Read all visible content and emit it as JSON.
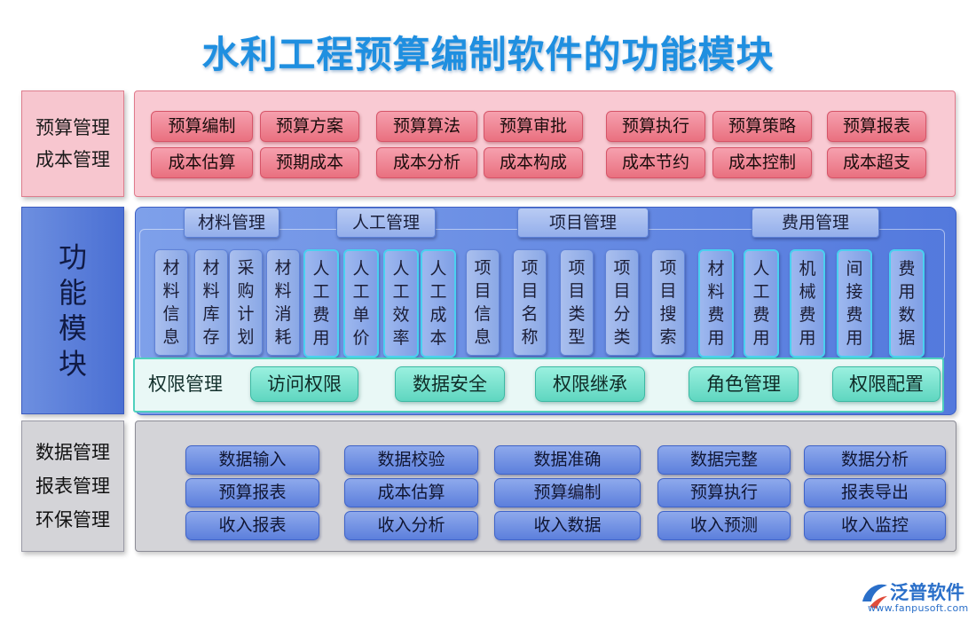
{
  "title": "水利工程预算编制软件的功能模块",
  "sections": {
    "budget": {
      "labels": [
        "预算管理",
        "成本管理"
      ],
      "row1": [
        "预算编制",
        "预算方案",
        "预算算法",
        "预算审批",
        "预算执行",
        "预算策略",
        "预算报表"
      ],
      "row2": [
        "成本估算",
        "预期成本",
        "成本分析",
        "成本构成",
        "成本节约",
        "成本控制",
        "成本超支"
      ]
    },
    "function": {
      "label": [
        "功",
        "能",
        "模",
        "块"
      ],
      "categories": [
        "材料管理",
        "人工管理",
        "项目管理",
        "费用管理"
      ],
      "cells": [
        {
          "text": "材料信息",
          "highlight": false
        },
        {
          "text": "材料库存",
          "highlight": false
        },
        {
          "text": "采购计划",
          "highlight": false
        },
        {
          "text": "材料消耗",
          "highlight": false
        },
        {
          "text": "人工费用",
          "highlight": true
        },
        {
          "text": "人工单价",
          "highlight": true
        },
        {
          "text": "人工效率",
          "highlight": true
        },
        {
          "text": "人工成本",
          "highlight": true
        },
        {
          "text": "项目信息",
          "highlight": false
        },
        {
          "text": "项目名称",
          "highlight": false
        },
        {
          "text": "项目类型",
          "highlight": false
        },
        {
          "text": "项目分类",
          "highlight": false
        },
        {
          "text": "项目搜索",
          "highlight": false
        },
        {
          "text": "材料费用",
          "highlight": true
        },
        {
          "text": "人工费用",
          "highlight": true
        },
        {
          "text": "机械费用",
          "highlight": true
        },
        {
          "text": "间接费用",
          "highlight": true
        },
        {
          "text": "费用数据",
          "highlight": true
        }
      ],
      "permission": {
        "label": "权限管理",
        "items": [
          "访问权限",
          "数据安全",
          "权限继承",
          "角色管理",
          "权限配置"
        ]
      }
    },
    "data": {
      "labels": [
        "数据管理",
        "报表管理",
        "环保管理"
      ],
      "rows": [
        [
          "数据输入",
          "数据校验",
          "数据准确",
          "数据完整",
          "数据分析"
        ],
        [
          "预算报表",
          "成本估算",
          "预算编制",
          "预算执行",
          "报表导出"
        ],
        [
          "收入报表",
          "收入分析",
          "收入数据",
          "收入预测",
          "收入监控"
        ]
      ]
    }
  },
  "watermark": "泛普软件",
  "logo": {
    "name": "泛普软件",
    "url": "www.fanpusoft.com"
  },
  "colors": {
    "title": "#1f8fe0",
    "budget_pill": "#e9707f",
    "function_bg": "#5379dd",
    "permission_pill": "#5fd6c0",
    "data_pill": "#5c7fdc"
  }
}
